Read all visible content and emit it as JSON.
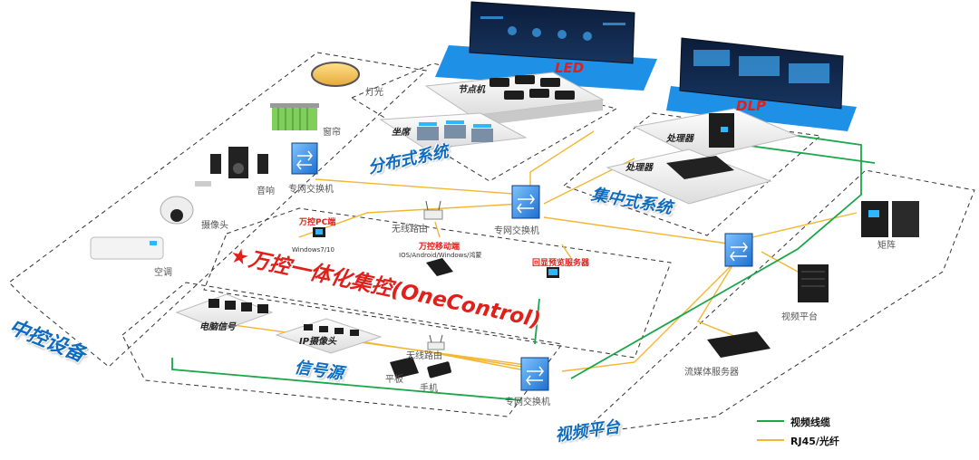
{
  "colors": {
    "video_cable": "#1aa64a",
    "rj45_fiber": "#f2b632",
    "zone_blue": "#0f6cc0",
    "title_red": "#e0201a",
    "screen_blue": "#1e90e6"
  },
  "screens": {
    "led": "LED",
    "dlp": "DLP"
  },
  "distributed": {
    "node_machine": "节点机",
    "seat": "坐席",
    "zone_title": "分布式系统"
  },
  "centralized": {
    "processor_top": "处理器",
    "processor_bottom": "处理器",
    "zone_title": "集中式系统"
  },
  "control_devices": {
    "light": "灯光",
    "curtain": "窗帘",
    "speaker": "音响",
    "camera": "摄像头",
    "ac": "空调",
    "zone_title": "中控设备"
  },
  "switches": {
    "top_left": "专网交换机",
    "center": "专网交换机",
    "bottom": "专网交换机"
  },
  "onecontrol": {
    "wireless_router": "无线路由",
    "pc_client": "万控PC端",
    "pc_os": "Windows7/10",
    "mobile_client": "万控移动端",
    "mobile_os": "IOS/Android/Windows/鸿蒙",
    "preview_server": "回显预览服务器",
    "title": "★万控一体化集控(OneControl)"
  },
  "signal_source": {
    "pc_signal": "电脑信号",
    "ip_camera": "IP摄像头",
    "wireless_router": "无线路由",
    "tablet": "平板",
    "phone": "手机",
    "zone_title": "信号源"
  },
  "video_platform": {
    "matrix": "矩阵",
    "platform": "视频平台",
    "streaming_server": "流媒体服务器",
    "zone_title": "视频平台"
  },
  "legend": {
    "items": [
      {
        "label": "视频线缆",
        "color": "#1aa64a"
      },
      {
        "label": "RJ45/光纤",
        "color": "#f2b632"
      }
    ]
  }
}
